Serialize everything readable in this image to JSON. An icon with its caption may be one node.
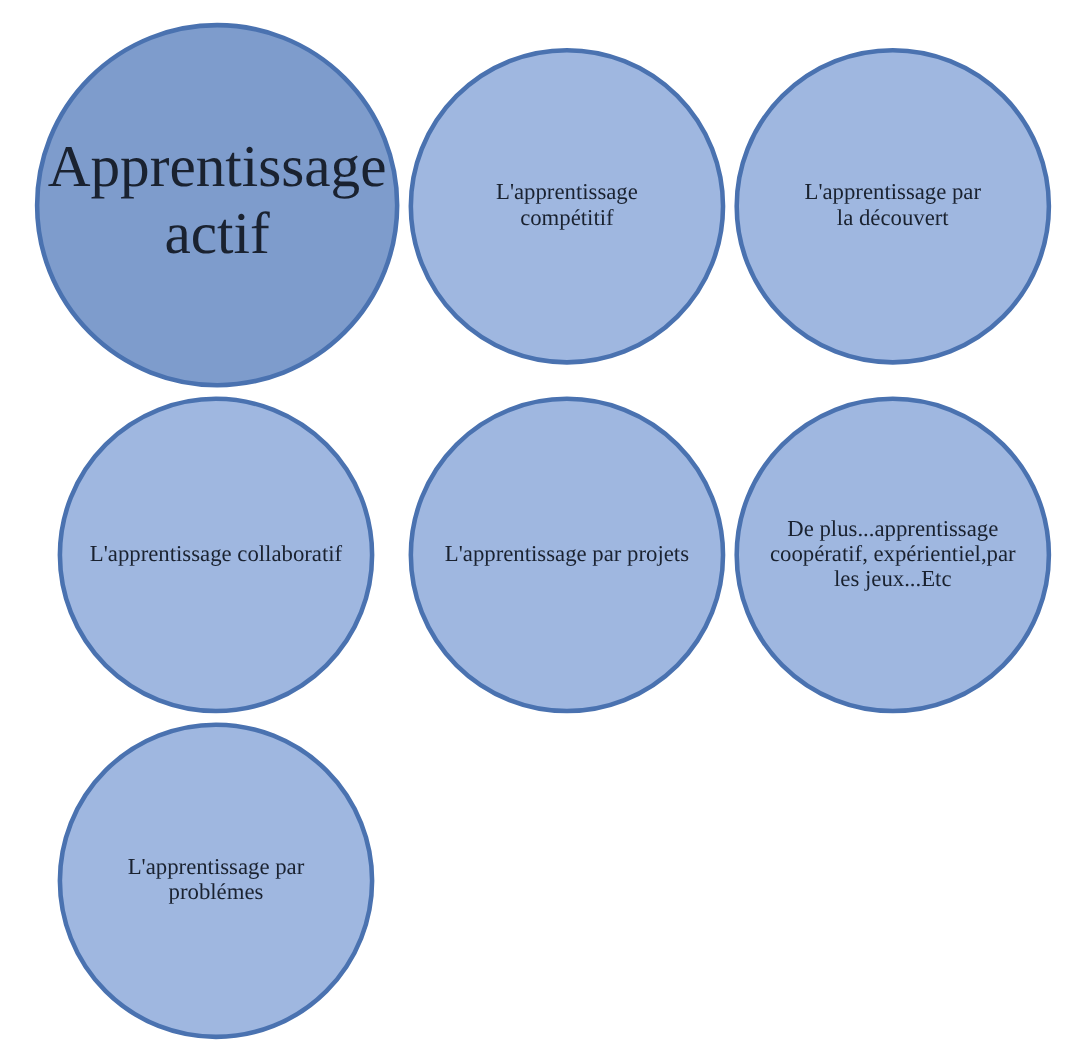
{
  "diagram": {
    "nodes": [
      {
        "text": [
          "Apprentissage actif"
        ]
      },
      {
        "text": [
          "L'apprentissage par la découvert"
        ]
      },
      {
        "text": [
          "L'apprentissage collaboratif"
        ]
      },
      {
        "text": [
          "De plus...apprentissage coopératif, expérientiel,par les jeux...Etc"
        ]
      },
      {
        "text": [
          "L'apprentissage par problémes"
        ]
      },
      {
        "text": [
          "L'apprentissage par projets"
        ]
      },
      {
        "text": [
          "L'apprentissage compétitif"
        ]
      }
    ],
    "edges": []
  }
}
